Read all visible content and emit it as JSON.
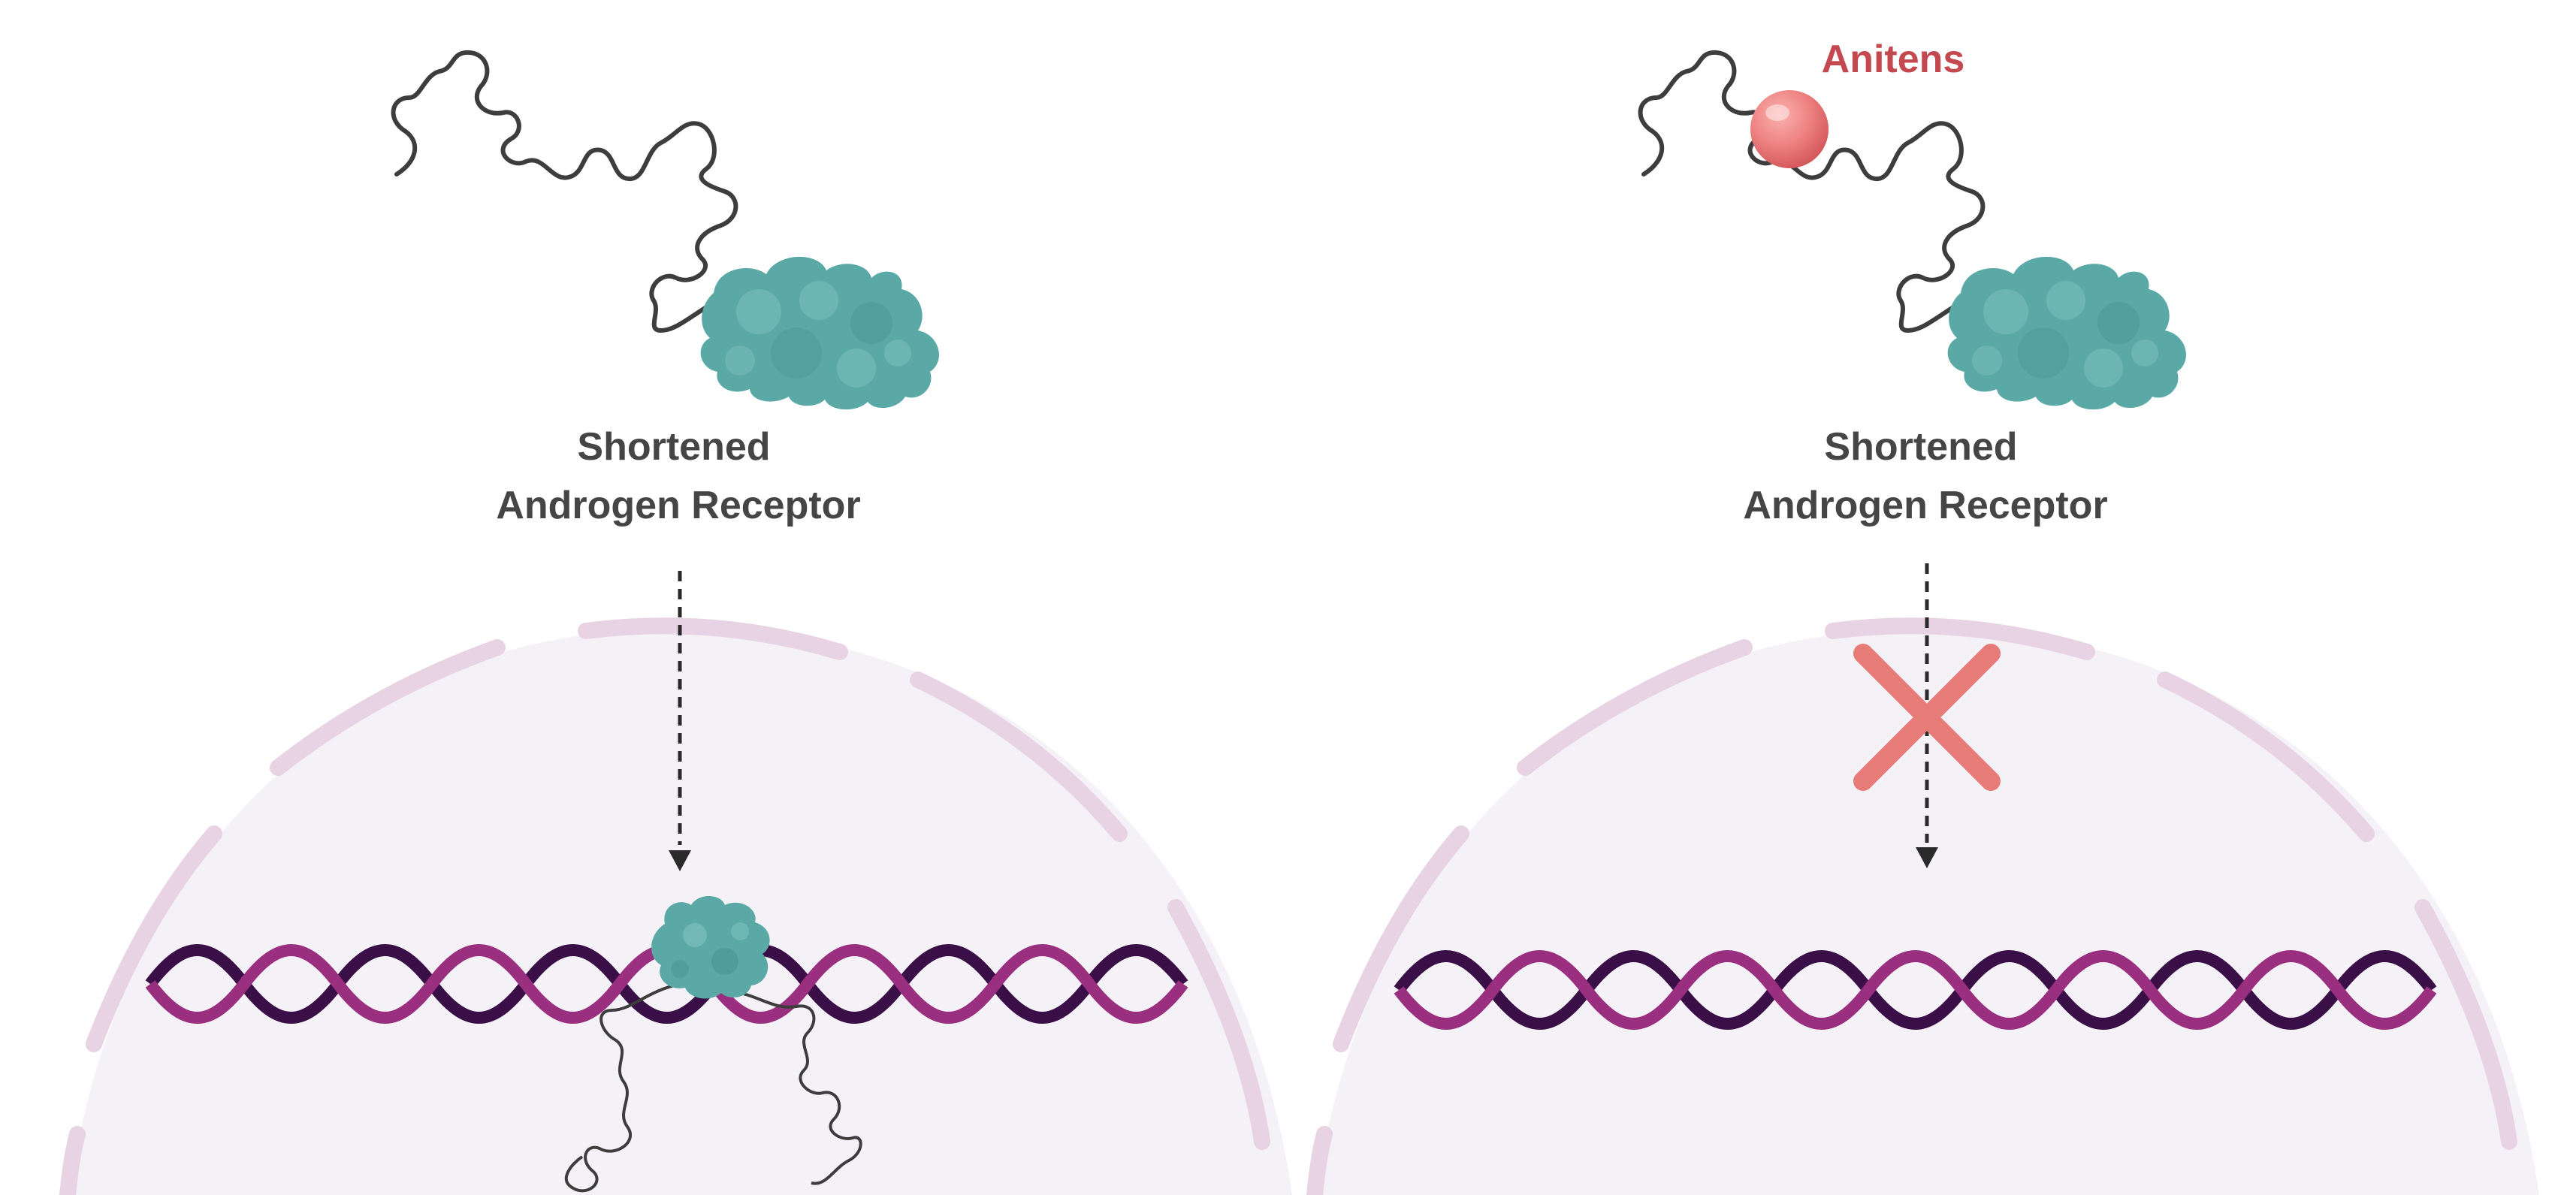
{
  "panels": [
    {
      "id": "left",
      "label_line1": "Shortened",
      "label_line2": "Androgen Receptor",
      "blocked": false
    },
    {
      "id": "right",
      "label_line1": "Shortened",
      "label_line2": "Androgen Receptor",
      "drug_label": "Anitens",
      "blocked": true
    }
  ],
  "colors": {
    "background": "#ffffff",
    "nucleus_fill": "#f5f2f7",
    "nucleus_membrane": "#e8d3e4",
    "protein": "#5aa9a6",
    "protein_light": "#7cc0bd",
    "chain": "#3d3d3d",
    "dna_strand_dark": "#3a0f48",
    "dna_strand_light": "#9a2f7f",
    "label_text": "#454545",
    "drug_text": "#c4484f",
    "drug_sphere": "#ec7d7d",
    "block_cross": "#e77b78",
    "arrow": "#2a2a2a"
  }
}
